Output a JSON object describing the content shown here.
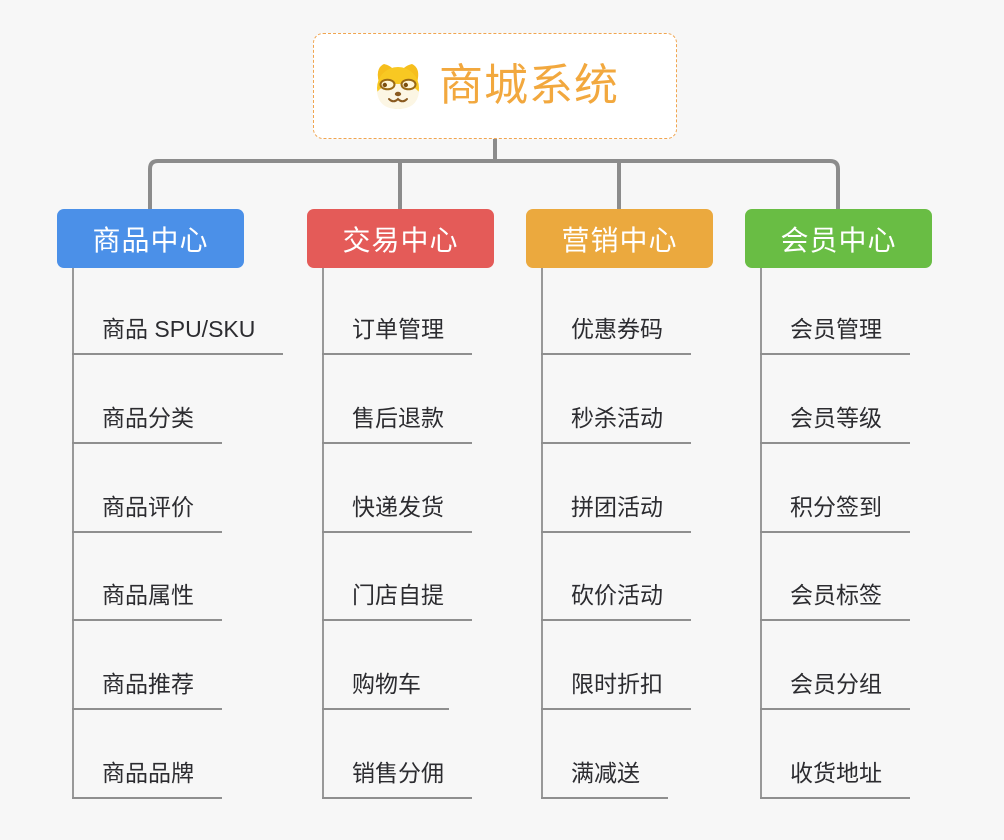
{
  "canvas": {
    "background": "#f7f7f7",
    "tree_line_color": "#8c8c8c",
    "leaf_line_color": "#8f8f8f"
  },
  "root": {
    "title": "商城系统",
    "icon": "shiba-dog-icon",
    "text_color": "#f2a83e",
    "border_color": "#f0a550"
  },
  "branches": [
    {
      "label": "商品中心",
      "color": "#4b90e8",
      "items": [
        "商品 SPU/SKU",
        "商品分类",
        "商品评价",
        "商品属性",
        "商品推荐",
        "商品品牌"
      ]
    },
    {
      "label": "交易中心",
      "color": "#e45b58",
      "items": [
        "订单管理",
        "售后退款",
        "快递发货",
        "门店自提",
        "购物车",
        "销售分佣"
      ]
    },
    {
      "label": "营销中心",
      "color": "#eba93e",
      "items": [
        "优惠券码",
        "秒杀活动",
        "拼团活动",
        "砍价活动",
        "限时折扣",
        "满减送"
      ]
    },
    {
      "label": "会员中心",
      "color": "#69bd44",
      "items": [
        "会员管理",
        "会员等级",
        "积分签到",
        "会员标签",
        "会员分组",
        "收货地址"
      ]
    }
  ]
}
